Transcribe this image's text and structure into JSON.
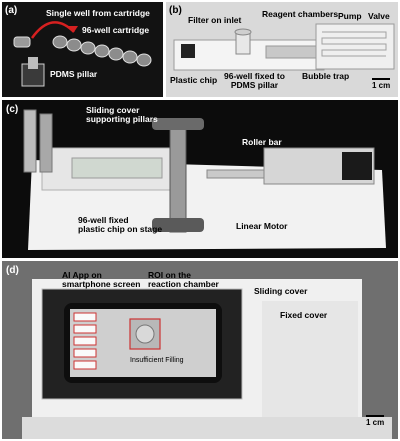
{
  "panels": {
    "a": {
      "label": "(a)",
      "annotations": {
        "single_well": "Single well from  cartridge",
        "cartridge": "96-well cartridge",
        "pillar": "PDMS pillar"
      }
    },
    "b": {
      "label": "(b)",
      "annotations": {
        "filter": "Filter on inlet",
        "reagent": "Reagent chambers",
        "pump": "Pump",
        "valve": "Valve",
        "plastic_chip": "Plastic chip",
        "fixed_well": "96-well fixed to\nPDMS pillar",
        "bubble_trap": "Bubble trap"
      },
      "scale": "1 cm"
    },
    "c": {
      "label": "(c)",
      "annotations": {
        "sliding_cover": "Sliding cover\nsupporting pillars",
        "roller": "Roller bar",
        "fixed_chip": "96-well fixed\nplastic chip on stage",
        "motor": "Linear Motor"
      }
    },
    "d": {
      "label": "(d)",
      "annotations": {
        "ai_app": "AI App on\nsmartphone screen",
        "roi": "ROI on the\nreaction chamber",
        "sliding_cover": "Sliding cover",
        "fixed_cover": "Fixed cover"
      },
      "phone_status": "Insufficient Filling",
      "scale": "1 cm"
    }
  },
  "colors": {
    "dark_bg": "#1a1a1a",
    "grey_bg": "#6f6f6f",
    "arrow": "#d62020"
  }
}
